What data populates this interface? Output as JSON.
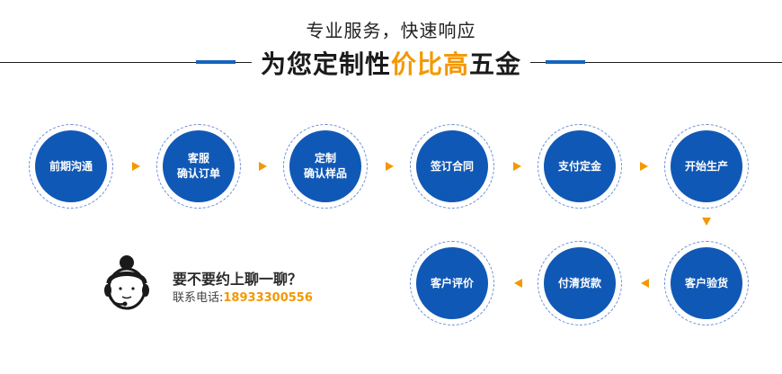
{
  "header": {
    "subtitle": "专业服务，快速响应",
    "title_prefix": "为您定制性",
    "title_highlight": "价比高",
    "title_suffix": "五金"
  },
  "steps": [
    {
      "lines": [
        "前期沟通"
      ]
    },
    {
      "lines": [
        "客服",
        "确认订单"
      ]
    },
    {
      "lines": [
        "定制",
        "确认样品"
      ]
    },
    {
      "lines": [
        "签订合同"
      ]
    },
    {
      "lines": [
        "支付定金"
      ]
    },
    {
      "lines": [
        "开始生产"
      ]
    },
    {
      "lines": [
        "客户验货"
      ]
    },
    {
      "lines": [
        "付清货款"
      ]
    },
    {
      "lines": [
        "客户评价"
      ]
    }
  ],
  "contact": {
    "question": "要不要约上聊一聊？",
    "phone_label": "联系电话:",
    "phone_number": "18933300556",
    "avatar_icon": "headset-agent-icon"
  },
  "colors": {
    "accent_orange": "#f39800",
    "step_blue": "#1058b5",
    "header_blue": "#1565c0"
  }
}
